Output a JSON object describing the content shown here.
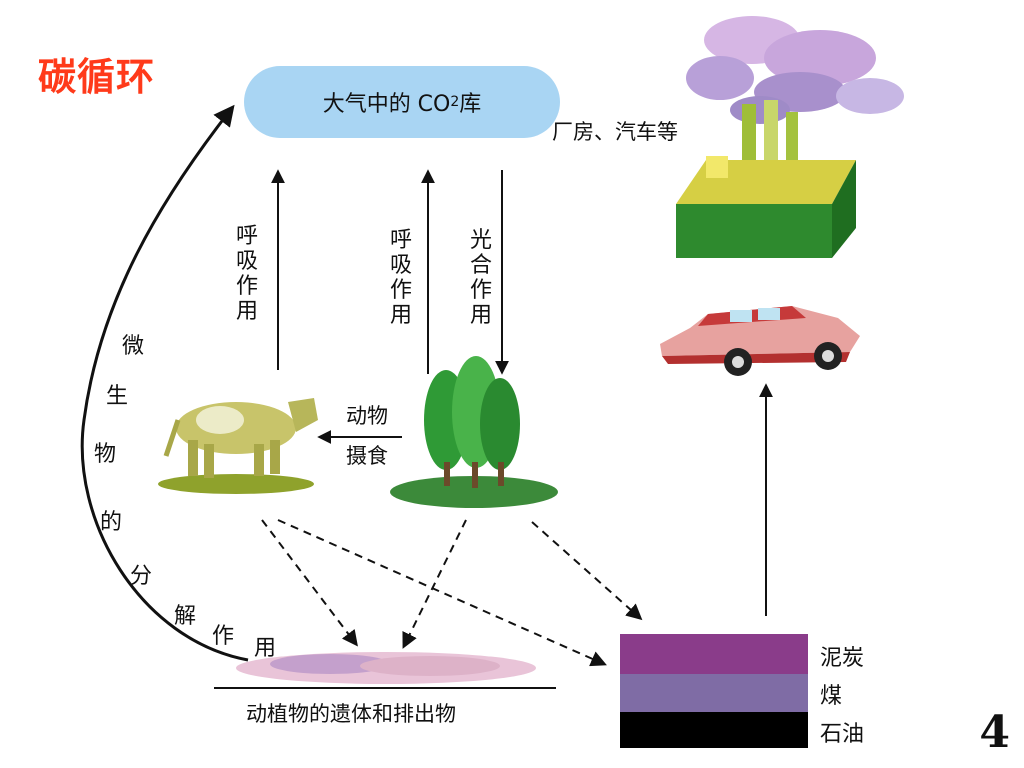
{
  "title": "碳循环",
  "page_number": "4",
  "nodes": {
    "atmosphere": {
      "prefix": "大气中的 CO",
      "sub": "2",
      "suffix": "库"
    },
    "factory_label": "厂房、汽车等",
    "remains_label": "动植物的遗体和排出物",
    "fossil_layers": [
      "泥炭",
      "煤",
      "石油"
    ]
  },
  "edges": {
    "cow_respiration": "呼吸作用",
    "tree_respiration": "呼吸作用",
    "photosynthesis": "光合作用",
    "animal_feeding_line1": "动物",
    "animal_feeding_line2": "摄食",
    "microbe_decomposition": [
      "微",
      "生",
      "物",
      "的",
      "分",
      "解",
      "作",
      "用"
    ]
  },
  "colors": {
    "title": "#ff3a1a",
    "atmosphere_fill": "#a9d5f3",
    "peat": "#8a3c8a",
    "coal": "#7f6ca5",
    "oil": "#000000"
  },
  "icons": [
    "cow-icon",
    "trees-icon",
    "factory-icon",
    "car-icon",
    "smoke-icon"
  ]
}
